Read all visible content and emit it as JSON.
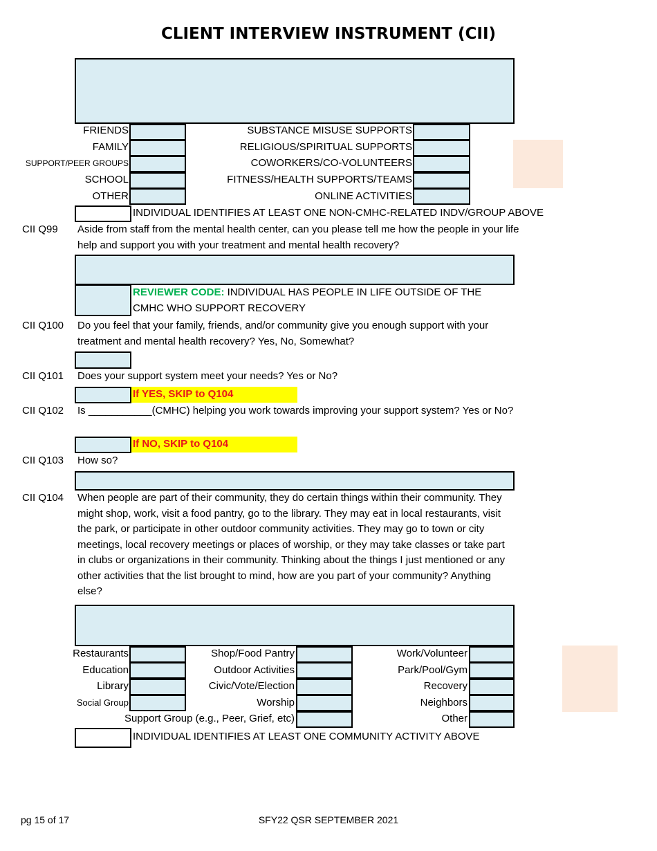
{
  "title": "CLIENT INTERVIEW INSTRUMENT (CII)",
  "supports": {
    "left": [
      "FRIENDS",
      "FAMILY",
      "SUPPORT/PEER GROUPS",
      "SCHOOL",
      "OTHER"
    ],
    "right": [
      "SUBSTANCE MISUSE SUPPORTS",
      "RELIGIOUS/SPIRITUAL SUPPORTS",
      "COWORKERS/CO-VOLUNTEERS",
      "FITNESS/HEALTH SUPPORTS/TEAMS",
      "ONLINE ACTIVITIES"
    ],
    "identifies": "INDIVIDUAL IDENTIFIES AT LEAST ONE NON-CMHC-RELATED INDV/GROUP ABOVE"
  },
  "q99": {
    "id": "CII Q99",
    "text": "Aside from staff from the mental health center, can you please tell me how the people in your life help and support you with your treatment and mental health recovery?",
    "reviewer_label": "REVIEWER CODE:",
    "reviewer_text": " INDIVIDUAL HAS PEOPLE IN LIFE OUTSIDE OF THE CMHC WHO SUPPORT RECOVERY"
  },
  "q100": {
    "id": "CII Q100",
    "text": "Do you feel that your family, friends, and/or community give you enough support with your treatment and mental health recovery? Yes, No, Somewhat?"
  },
  "q101": {
    "id": "CII Q101",
    "text": "Does your support system meet your needs? Yes or No?",
    "skip": "If YES, SKIP to Q104"
  },
  "q102": {
    "id": "CII Q102",
    "text": "Is ___________(CMHC) helping you work towards improving your support system? Yes or No?",
    "skip": "If NO, SKIP to Q104"
  },
  "q103": {
    "id": "CII Q103",
    "text": "How so?"
  },
  "q104": {
    "id": "CII Q104",
    "text": "When people are part of their community, they do certain things within their community. They might shop, work, visit a food pantry, go to the library. They may eat in local restaurants, visit the park, or participate in other outdoor community activities. They may go to town or city meetings, local recovery meetings or places of worship, or they may take classes or take part in clubs or organizations in their community. Thinking about the things I just mentioned or any other activities that the list brought to mind, how are you part of your community? Anything else?"
  },
  "activities": {
    "col1": [
      "Restaurants",
      "Education",
      "Library",
      "Social Group"
    ],
    "col2": [
      "Shop/Food Pantry",
      "Outdoor Activities",
      "Civic/Vote/Election",
      "Worship",
      "Support Group (e.g., Peer, Grief, etc)"
    ],
    "col3": [
      "Work/Volunteer",
      "Park/Pool/Gym",
      "Recovery",
      "Neighbors",
      "Other"
    ],
    "identifies": "INDIVIDUAL IDENTIFIES AT LEAST ONE COMMUNITY ACTIVITY ABOVE"
  },
  "footer": {
    "page": "pg 15 of 17",
    "center": "SFY22 QSR SEPTEMBER 2021"
  }
}
